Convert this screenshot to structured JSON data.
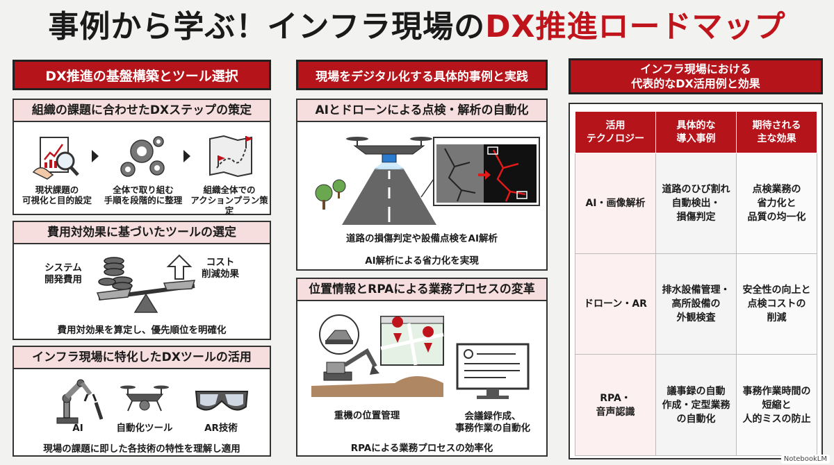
{
  "title": {
    "main": "事例から学ぶ！インフラ現場の",
    "accent": "DX推進ロードマップ"
  },
  "col1": {
    "header": "DX推進の基盤構築とツール選択",
    "panel1": {
      "title": "組織の課題に合わせたDXステップの策定",
      "steps": [
        {
          "icon": "analysis-report-icon",
          "label": "現状課題の\n可視化と目的設定"
        },
        {
          "icon": "gears-icon",
          "label": "全体で取り組む\n手順を段階的に整理"
        },
        {
          "icon": "roadmap-flag-icon",
          "label": "組織全体での\nアクションプラン策定"
        }
      ]
    },
    "panel2": {
      "title": "費用対効果に基づいたツールの選定",
      "left_label": "システム\n開発費用",
      "right_label": "コスト\n削減効果",
      "note": "費用対効果を算定し、優先順位を明確化"
    },
    "panel3": {
      "title": "インフラ現場に特化したDXツールの活用",
      "tools": [
        {
          "icon": "robot-arm-icon",
          "label": "AI"
        },
        {
          "icon": "drone-icon",
          "label": "自動化ツール"
        },
        {
          "icon": "ar-glasses-icon",
          "label": "AR技術"
        }
      ],
      "note": "現場の課題に即した各技術の特性を理解し適用"
    }
  },
  "col2": {
    "header": "現場をデジタル化する具体的事例と実践",
    "panel1": {
      "title": "AIとドローンによる点検・解析の自動化",
      "note1": "道路の損傷判定や設備点検をAI解析",
      "note2": "AI解析による省力化を実現"
    },
    "panel2": {
      "title": "位置情報とRPAによる業務プロセスの変革",
      "left_label": "重機の位置管理",
      "right_label": "会議録作成、\n事務作業の自動化",
      "note": "RPAによる業務プロセスの効率化"
    }
  },
  "col3": {
    "header": "インフラ現場における\n代表的なDX活用例と効果",
    "table": {
      "headers": [
        "活用\nテクノロジー",
        "具体的な\n導入事例",
        "期待される\n主な効果"
      ],
      "rows": [
        [
          "AI・画像解析",
          "道路のひび割れ\n自動検出・\n損傷判定",
          "点検業務の\n省力化と\n品質の均一化"
        ],
        [
          "ドローン・AR",
          "排水設備管理・\n高所設備の\n外観検査",
          "安全性の向上と\n点検コストの\n削減"
        ],
        [
          "RPA・\n音声認識",
          "議事録の自動\n作成・定型業務\nの自動化",
          "事務作業時間の\n短縮と\n人的ミスの防止"
        ]
      ]
    }
  },
  "logo": "NotebookLM",
  "colors": {
    "accent": "#b5141b",
    "panel_head": "#f7dede"
  }
}
